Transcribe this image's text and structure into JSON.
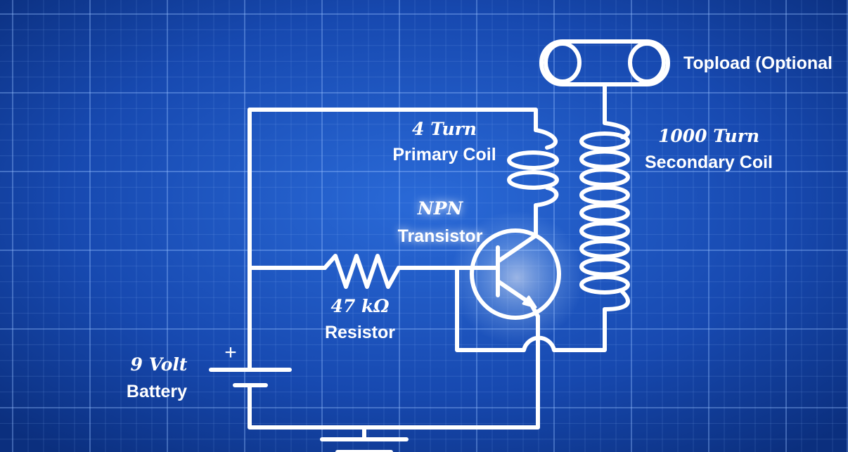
{
  "labels": {
    "topload": "Topload (Optional",
    "primary_turns": "4 Turn",
    "primary_name": "Primary Coil",
    "secondary_turns": "1000 Turn",
    "secondary_name": "Secondary Coil",
    "transistor_type": "NPN",
    "transistor_name": "Transistor",
    "resistor_value": "47 kΩ",
    "resistor_name": "Resistor",
    "battery_voltage": "9 Volt",
    "battery_name": "Battery",
    "battery_polarity": "+"
  },
  "colors": {
    "background": "#0f3f9a",
    "wire": "#ffffff",
    "grid": "#96beff"
  }
}
